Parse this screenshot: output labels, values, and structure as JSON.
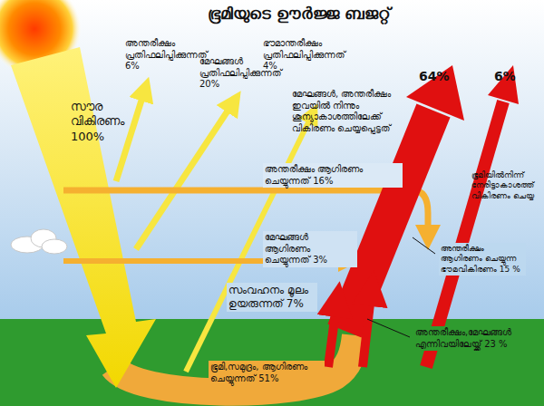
{
  "diagram": {
    "title": "ഭൂമിയുടെ ഊർജ്ജ ബജറ്റ്",
    "labels": [
      "സൗര വികിരണം 100%",
      "അന്തരീക്ഷം പ്രതിഫലിപ്പിക്കുന്നത് 6%",
      "മേഘങ്ങൾ പ്രതിഫലിപ്പിക്കുന്നത് 20%",
      "ഭൗമാന്തരീക്ഷം പ്രതിഫലിപ്പിക്കുന്നത് 4%",
      "മേഘങ്ങൾ, അന്തരീക്ഷം ഇവയിൽ നിന്നും ശൂന്യാകാശത്തിലേക്ക് വികിരണം ചെയ്യപ്പെട്ടത്",
      "64%",
      "6%",
      "ഭൂമിയിൽനിന്ന് നേരിട്ടാകാശത്ത് വികിരണം ചെയ്യ",
      "അന്തരീക്ഷം ആഗിരണം ചെയ്യുന്നത് 16%",
      "മേഘങ്ങൾ ആഗിരണം ചെയ്യുന്നത് 3%",
      "സംവഹനം മൂലം ഉയരുന്നത് 7%",
      "അന്തരീക്ഷം ആഗിരണം ചെയ്യുന്ന ഭൗമവികിരണം 15 %",
      "അന്തരീക്ഷം,മേഘങ്ങൾ എന്നിവയിലേയ്ക്ക് 23 %",
      "ഭൂമി,സമുദ്രം, ആഗിരണം ചെയ്യുന്നത് 51%"
    ]
  }
}
